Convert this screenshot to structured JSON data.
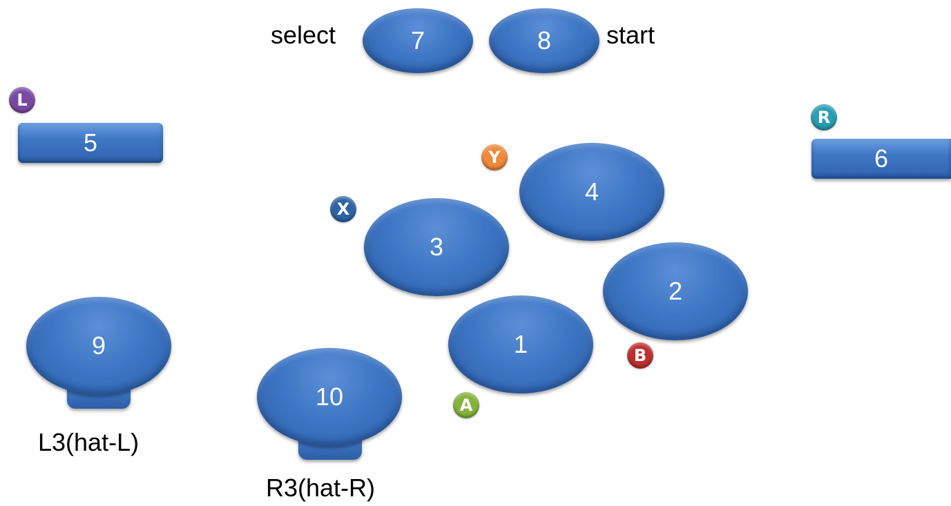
{
  "labels": {
    "select": "select",
    "start": "start",
    "l3": "L3(hat-L)",
    "r3": "R3(hat-R)"
  },
  "buttons": {
    "b1": "1",
    "b2": "2",
    "b3": "3",
    "b4": "4",
    "b5": "5",
    "b6": "6",
    "b7": "7",
    "b8": "8",
    "b9": "9",
    "b10": "10"
  },
  "badges": {
    "L": "L",
    "R": "R",
    "X": "X",
    "Y": "Y",
    "A": "A",
    "B": "B"
  },
  "colors": {
    "button_blue": "#3f77c6",
    "badge_L": "#7a4aa3",
    "badge_R": "#2a9db3",
    "badge_X": "#2e63a6",
    "badge_Y": "#f08a3a",
    "badge_A": "#86b33d",
    "badge_B": "#bf2f2f"
  }
}
